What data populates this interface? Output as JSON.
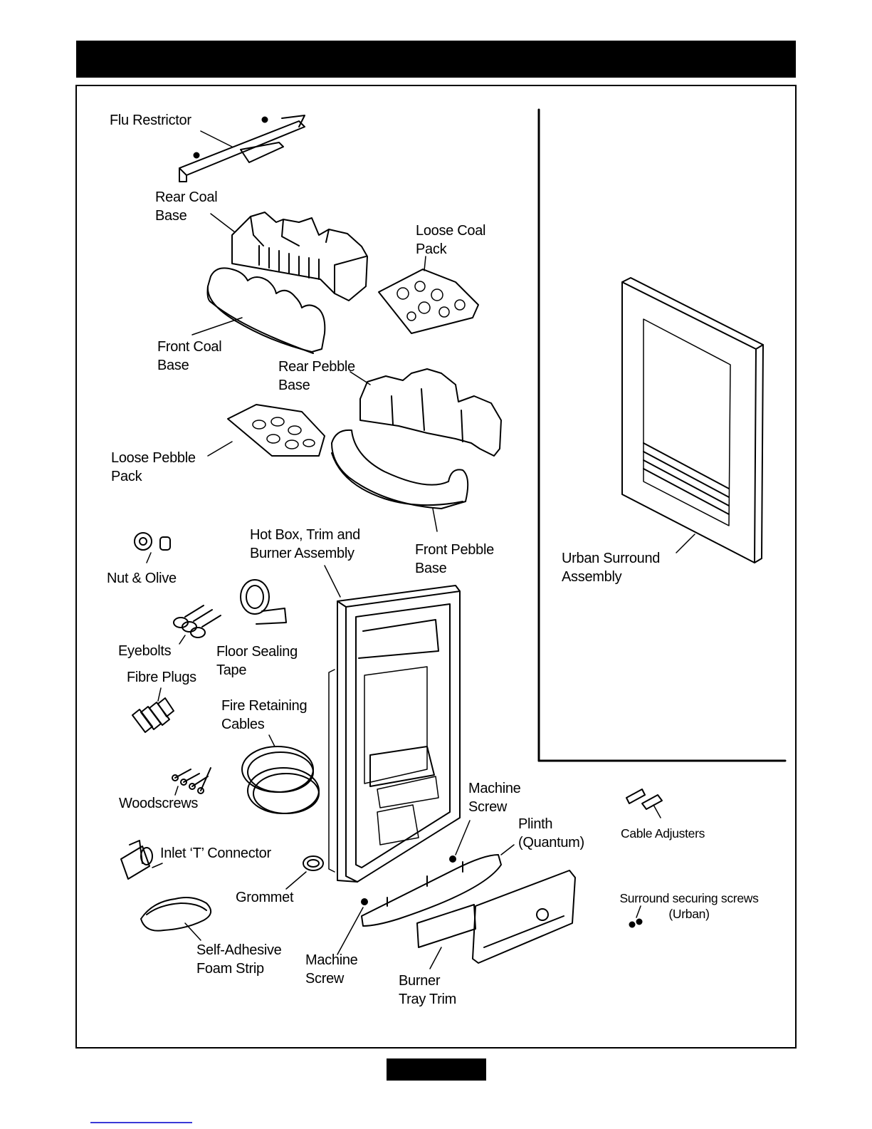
{
  "labels": {
    "flu_restrictor": "Flu Restrictor",
    "rear_coal_base": "Rear Coal\nBase",
    "loose_coal_pack": "Loose Coal\nPack",
    "front_coal_base": "Front Coal\nBase",
    "rear_pebble_base": "Rear Pebble\nBase",
    "loose_pebble_pack": "Loose Pebble\nPack",
    "front_pebble_base": "Front Pebble\nBase",
    "hot_box": "Hot Box, Trim and\nBurner Assembly",
    "nut_olive": "Nut & Olive",
    "floor_sealing_tape": "Floor Sealing\nTape",
    "eyebolts": "Eyebolts",
    "fibre_plugs": "Fibre Plugs",
    "fire_retaining_cables": "Fire Retaining\nCables",
    "woodscrews": "Woodscrews",
    "inlet_t_connector": "Inlet ‘T’ Connector",
    "grommet": "Grommet",
    "self_adhesive_foam": "Self-Adhesive\nFoam Strip",
    "machine_screw_top": "Machine\nScrew",
    "machine_screw_bottom": "Machine\nScrew",
    "plinth": "Plinth\n(Quantum)",
    "burner_tray_trim": "Burner\nTray Trim",
    "urban_surround": "Urban Surround\nAssembly",
    "cable_adjusters": "Cable Adjusters",
    "surround_screws": "Surround securing screws\n(Urban)"
  }
}
